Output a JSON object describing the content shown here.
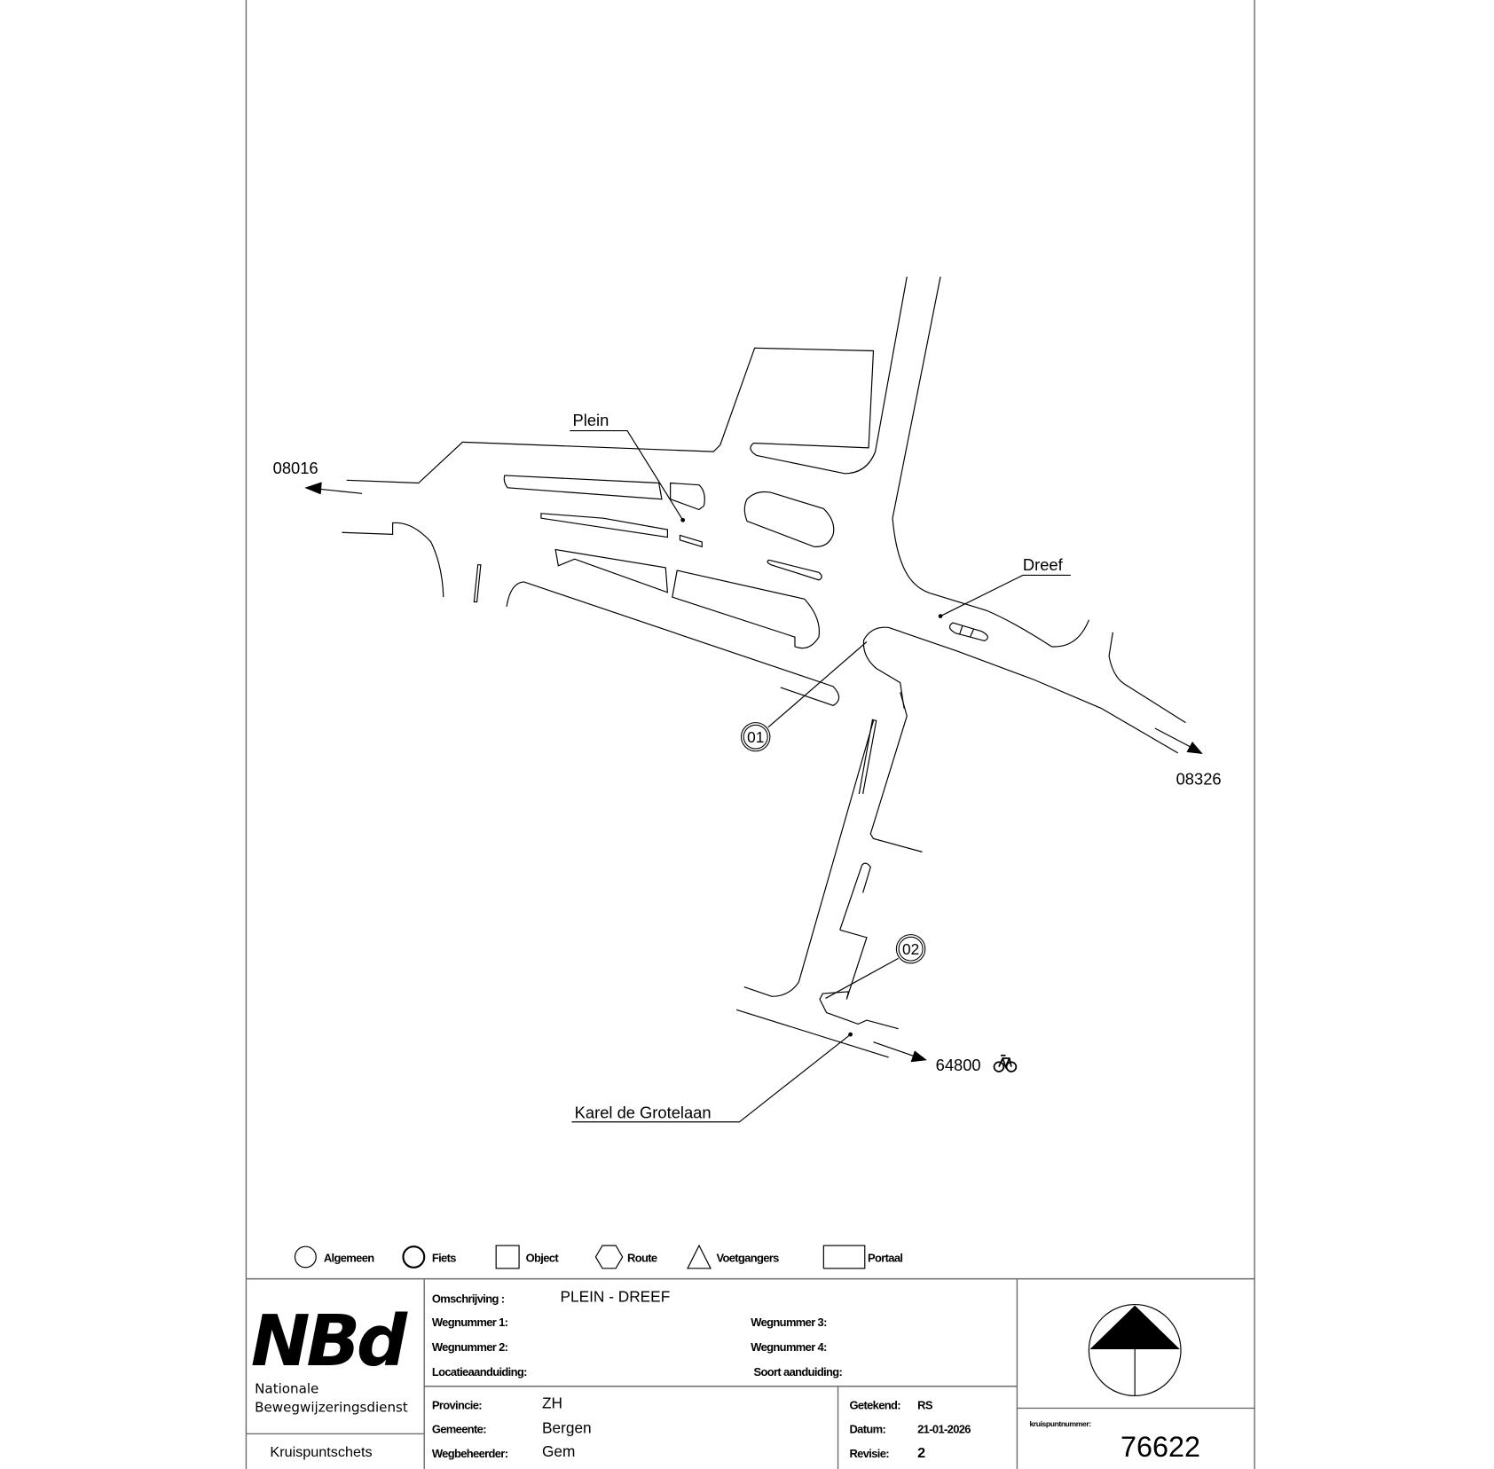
{
  "map": {
    "roads": {
      "plein": "Plein",
      "dreef": "Dreef",
      "karel": "Karel de Grotelaan"
    },
    "directions": {
      "west": "08016",
      "southeast": "08326",
      "bike_route": "64800"
    },
    "icons": {
      "bike": "bicycle-icon"
    },
    "markers": [
      "01",
      "02"
    ]
  },
  "legend": {
    "items": [
      {
        "label": "Algemeen",
        "shape": "circle"
      },
      {
        "label": "Fiets",
        "shape": "circle-bold"
      },
      {
        "label": "Object",
        "shape": "square"
      },
      {
        "label": "Route",
        "shape": "hexagon"
      },
      {
        "label": "Voetgangers",
        "shape": "triangle"
      },
      {
        "label": "Portaal",
        "shape": "rectangle"
      }
    ]
  },
  "titleblock": {
    "logo": "NBd",
    "org_line1": "Nationale",
    "org_line2": "Bewegwijzeringsdienst",
    "doc_type": "Kruispuntschets",
    "omschrijving_label": "Omschrijving :",
    "omschrijving": "PLEIN - DREEF",
    "wegnummer1_label": "Wegnummer 1:",
    "wegnummer2_label": "Wegnummer 2:",
    "wegnummer3_label": "Wegnummer 3:",
    "wegnummer4_label": "Wegnummer 4:",
    "locatie_label": "Locatieaanduiding:",
    "soort_label": "Soort aanduiding:",
    "provincie_label": "Provincie:",
    "provincie": "ZH",
    "gemeente_label": "Gemeente:",
    "gemeente": "Bergen",
    "wegbeheerder_label": "Wegbeheerder:",
    "wegbeheerder": "Gem",
    "getekend_label": "Getekend:",
    "getekend": "RS",
    "datum_label": "Datum:",
    "datum": "21-01-2026",
    "revisie_label": "Revisie:",
    "revisie": "2",
    "kruispunt_label": "kruispuntnummer:",
    "kruispunt": "76622"
  }
}
